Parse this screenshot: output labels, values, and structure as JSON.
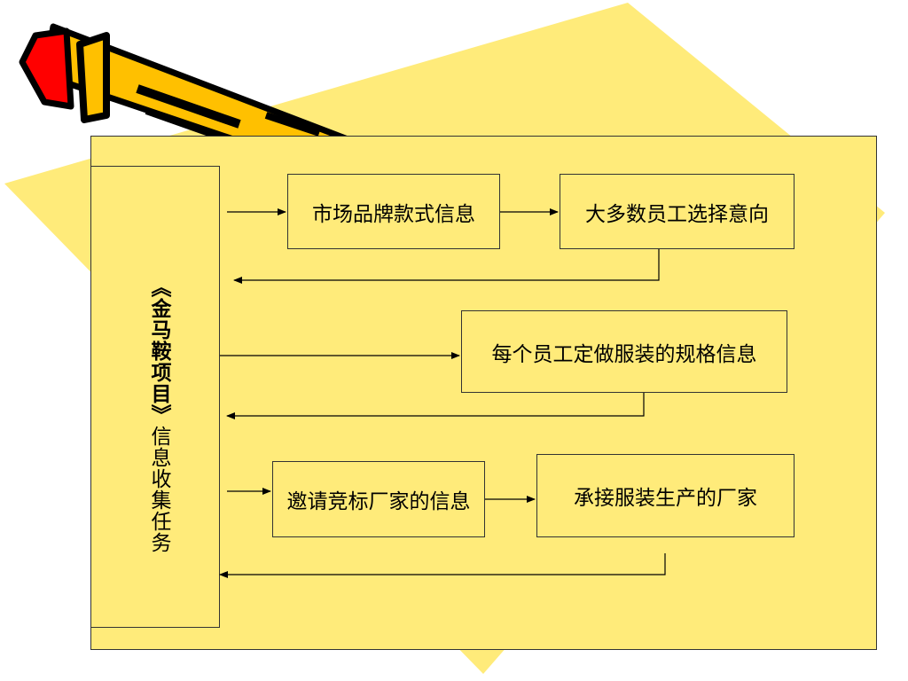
{
  "diagram": {
    "title_bold": "《金马鞍项目》",
    "title_rest": "信息收集任务",
    "nodes": {
      "market_brand": "市场品牌款式信息",
      "staff_choice": "大多数员工选择意向",
      "size_info": "每个员工定做服装的规格信息",
      "bidding": "邀请竞标厂家的信息",
      "manufacturer": "承接服装生产的厂家"
    }
  },
  "colors": {
    "paper": "#ffeb7a",
    "pencil_body": "#ffc000",
    "pencil_eraser": "#ff0000",
    "outline": "#000000"
  }
}
